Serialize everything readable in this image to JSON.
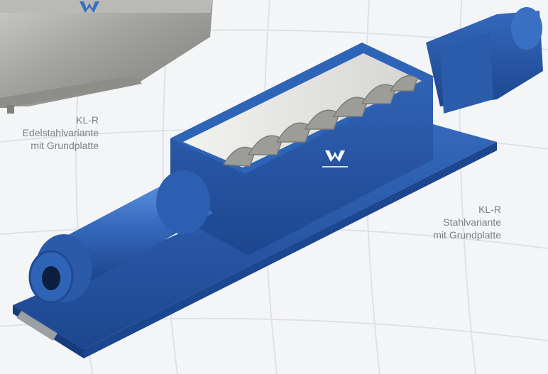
{
  "captions": {
    "steel_plate": {
      "model": "KL-R",
      "variant": "Edelstahlvariante",
      "mount": "mit Grundplatte"
    },
    "steel": {
      "model": "KL-R",
      "variant": "Stahlvariante",
      "mount": "mit Grundplatte"
    }
  },
  "colors": {
    "background": "#f4f5f7",
    "grid": "#dde2e8",
    "pump_blue": "#2f63b6",
    "pump_blue_dark": "#1f4a93",
    "stainless": "#a9a9a6",
    "trough_inner": "#e8e8e6",
    "caption_text": "#7a7f86"
  },
  "icons": {
    "brand_logo": "w-logo"
  }
}
